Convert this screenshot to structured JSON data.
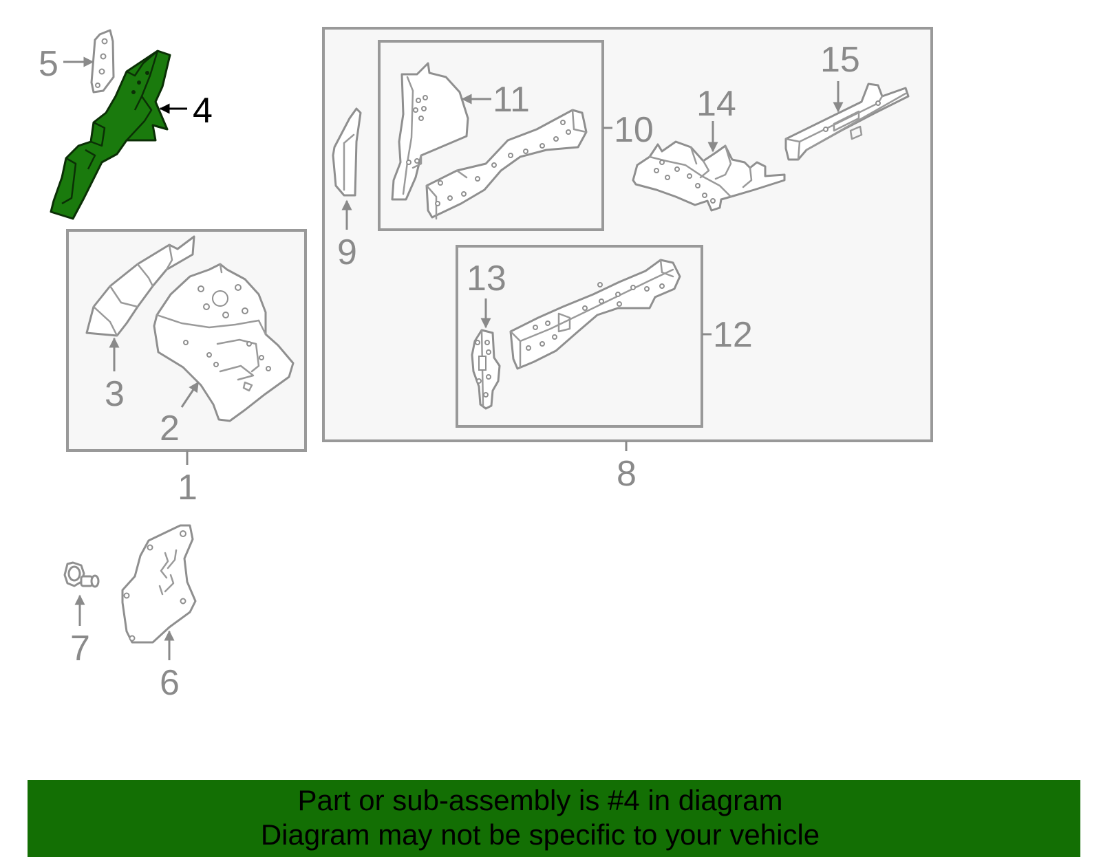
{
  "diagram": {
    "highlighted_part": "4",
    "highlight_color": "#136f04",
    "callouts": [
      "1",
      "2",
      "3",
      "4",
      "5",
      "6",
      "7",
      "8",
      "9",
      "10",
      "11",
      "12",
      "13",
      "14",
      "15"
    ]
  },
  "banner": {
    "line1": "Part or sub-assembly is #4 in diagram",
    "line2": "Diagram may not be specific to your vehicle",
    "color": "#136f04"
  }
}
